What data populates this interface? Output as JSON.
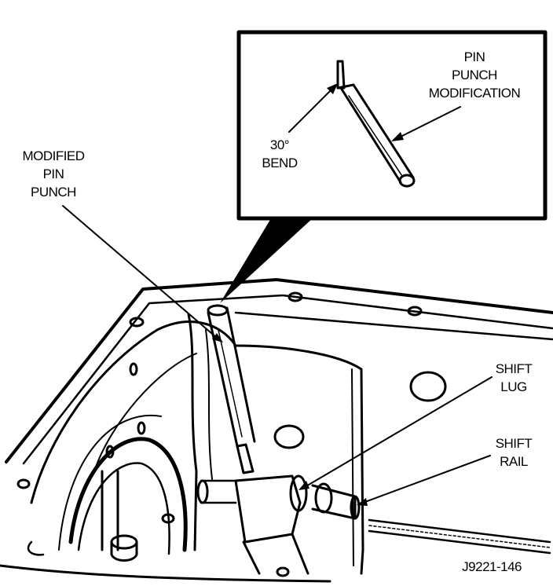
{
  "inset": {
    "pin_punch_modification": [
      "PIN",
      "PUNCH",
      "MODIFICATION"
    ],
    "bend": [
      "30°",
      "BEND"
    ]
  },
  "labels": {
    "modified_pin_punch": [
      "MODIFIED",
      "PIN",
      "PUNCH"
    ],
    "shift_lug": [
      "SHIFT",
      "LUG"
    ],
    "shift_rail": [
      "SHIFT",
      "RAIL"
    ]
  },
  "figure_id": "J9221-146"
}
